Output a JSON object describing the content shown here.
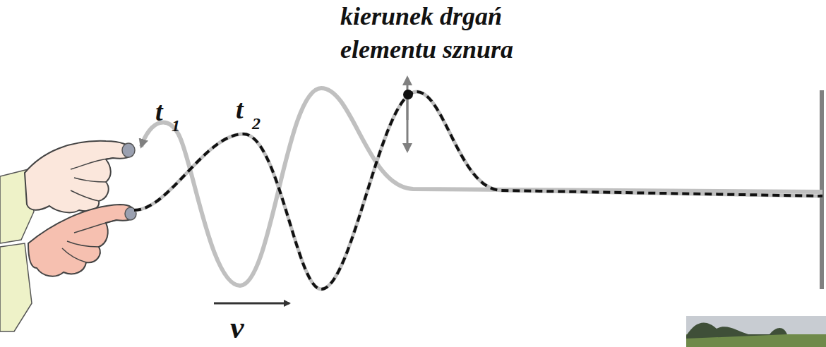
{
  "diagram": {
    "labels": [
      "kierunek drgań elementu sznura",
      "t",
      "1",
      "t",
      "2",
      "v"
    ]
  }
}
